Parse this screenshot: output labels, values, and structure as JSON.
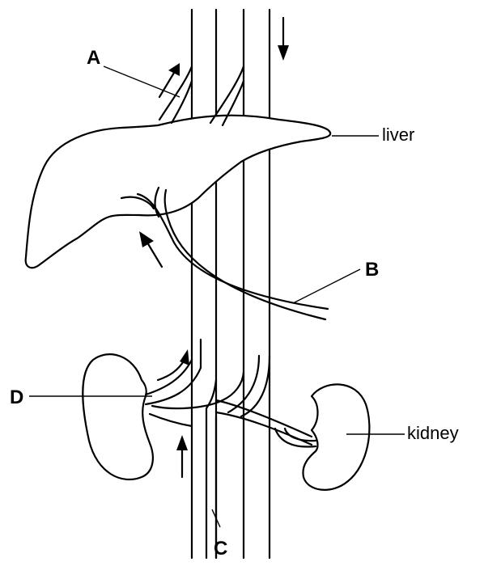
{
  "labels": {
    "A": "A",
    "B": "B",
    "C": "C",
    "D": "D",
    "liver": "liver",
    "kidney": "kidney"
  }
}
